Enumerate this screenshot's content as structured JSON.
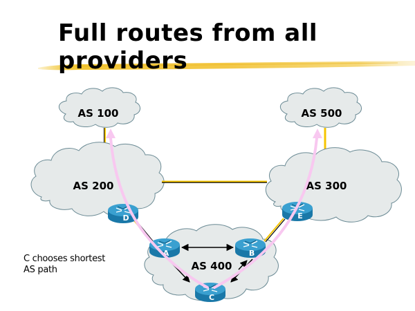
{
  "slide": {
    "title_lines": [
      "Full routes from all",
      "providers"
    ],
    "caption_lines": [
      "C chooses shortest",
      "AS path"
    ]
  },
  "colors": {
    "cloud_fill": "#e6eaea",
    "cloud_stroke": "#6a8a94",
    "link": "#f5c400",
    "path_highlight": "#f8c8f0",
    "router_top": "#3aa0d0",
    "router_side": "#1a78a8",
    "accent_underline": "#f0c020"
  },
  "diagram": {
    "clouds": [
      {
        "id": "as100",
        "label": "AS 100"
      },
      {
        "id": "as500",
        "label": "AS 500"
      },
      {
        "id": "as200",
        "label": "AS 200"
      },
      {
        "id": "as300",
        "label": "AS 300"
      },
      {
        "id": "as400",
        "label": "AS 400"
      }
    ],
    "routers": [
      {
        "id": "D",
        "label": "D"
      },
      {
        "id": "E",
        "label": "E"
      },
      {
        "id": "A",
        "label": "A"
      },
      {
        "id": "B",
        "label": "B"
      },
      {
        "id": "C",
        "label": "C"
      }
    ],
    "links": [
      {
        "from": "as100",
        "to": "as200"
      },
      {
        "from": "as500",
        "to": "as300"
      },
      {
        "from": "as200",
        "to": "as300"
      },
      {
        "from": "D",
        "to": "A"
      },
      {
        "from": "E",
        "to": "B"
      },
      {
        "from": "A",
        "to": "B",
        "type": "bidirectional-arrow"
      },
      {
        "from": "A",
        "to": "C",
        "type": "arrow"
      },
      {
        "from": "B",
        "to": "C",
        "type": "arrow"
      }
    ],
    "highlighted_paths": [
      {
        "route": [
          "C",
          "A",
          "D",
          "as200",
          "as100"
        ]
      },
      {
        "route": [
          "C",
          "B",
          "E",
          "as300",
          "as500"
        ]
      }
    ]
  }
}
